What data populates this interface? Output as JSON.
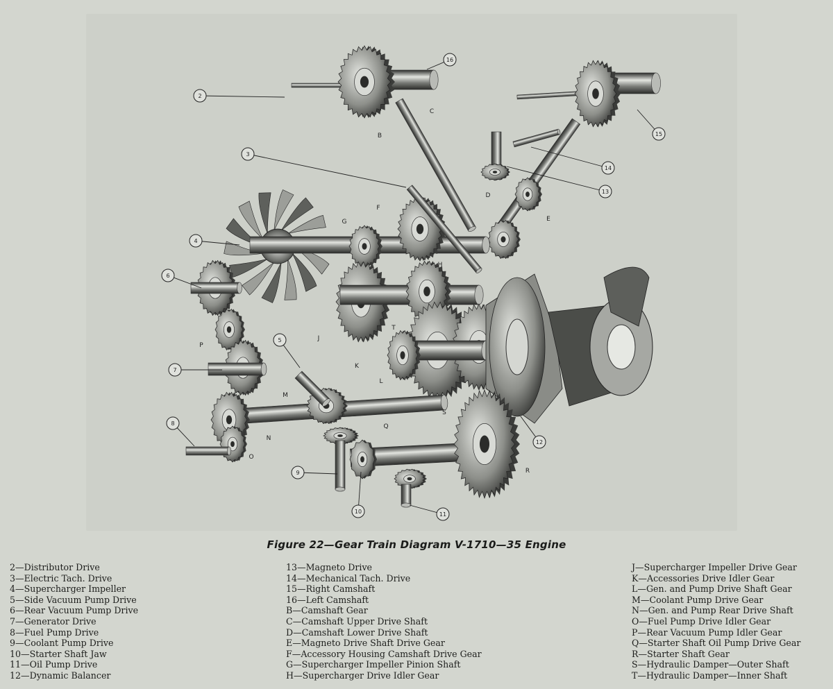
{
  "figure": {
    "caption": "Figure 22—Gear Train Diagram V-1710—35 Engine",
    "callouts": [
      "2",
      "3",
      "4",
      "5",
      "6",
      "7",
      "8",
      "9",
      "10",
      "11",
      "12",
      "13",
      "14",
      "15",
      "16"
    ],
    "letters": [
      "B",
      "C",
      "D",
      "E",
      "F",
      "G",
      "H",
      "J",
      "K",
      "L",
      "M",
      "N",
      "O",
      "P",
      "Q",
      "R",
      "S",
      "T"
    ]
  },
  "legend": {
    "col1": [
      "2—Distributor Drive",
      "3—Electric Tach. Drive",
      "4—Supercharger Impeller",
      "5—Side Vacuum Pump Drive",
      "6—Rear Vacuum Pump Drive",
      "7—Generator Drive",
      "8—Fuel Pump Drive",
      "9—Coolant Pump Drive",
      "10—Starter Shaft Jaw",
      "11—Oil Pump Drive",
      "12—Dynamic Balancer"
    ],
    "col2": [
      "13—Magneto Drive",
      "14—Mechanical Tach. Drive",
      "15—Right Camshaft",
      "16—Left Camshaft",
      "B—Camshaft Gear",
      "C—Camshaft Upper Drive Shaft",
      "D—Camshaft Lower Drive Shaft",
      "E—Magneto Drive Shaft Drive Gear",
      "F—Accessory Housing Camshaft Drive Gear",
      "G—Supercharger Impeller Pinion Shaft",
      "H—Supercharger Drive Idler Gear"
    ],
    "col3": [
      "J—Supercharger Impeller Drive Gear",
      "K—Accessories Drive Idler Gear",
      "L—Gen. and Pump Drive Shaft Gear",
      "M—Coolant Pump Drive Gear",
      "N—Gen. and Pump Rear Drive Shaft",
      "O—Fuel Pump Drive Idler Gear",
      "P—Rear Vacuum Pump Idler Gear",
      "Q—Starter Shaft Oil Pump Drive Gear",
      "R—Starter Shaft Gear",
      "S—Hydraulic Damper—Outer Shaft",
      "T—Hydraulic Damper—Inner Shaft"
    ]
  },
  "colors": {
    "page": "#d3d6cf",
    "panel": "#cdd0c9",
    "metal_dark": "#2b2c2a",
    "metal_mid": "#7b7d79",
    "metal_light": "#e3e5e0"
  }
}
